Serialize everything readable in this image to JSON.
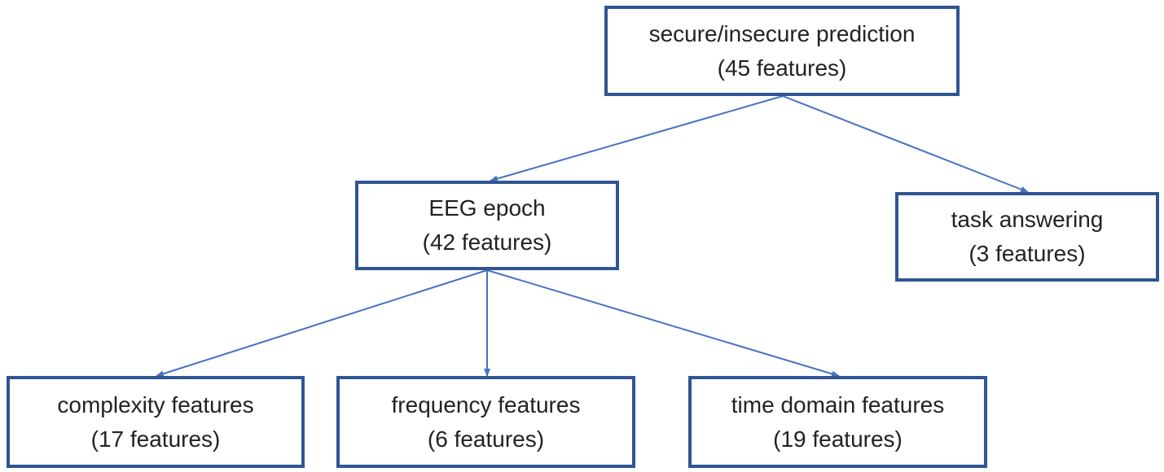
{
  "diagram": {
    "colors": {
      "box_border": "#2f5592",
      "connector": "#4472c4",
      "text": "#222222",
      "background": "#ffffff"
    },
    "nodes": {
      "root": {
        "title": "secure/insecure prediction",
        "count": "(45 features)"
      },
      "eeg": {
        "title": "EEG epoch",
        "count": "(42 features)"
      },
      "task": {
        "title": "task answering",
        "count": "(3 features)"
      },
      "complexity": {
        "title": "complexity features",
        "count": "(17 features)"
      },
      "frequency": {
        "title": "frequency features",
        "count": "(6 features)"
      },
      "time": {
        "title": "time domain features",
        "count": "(19 features)"
      }
    },
    "edges": [
      {
        "from": "root",
        "to": "eeg"
      },
      {
        "from": "root",
        "to": "task"
      },
      {
        "from": "eeg",
        "to": "complexity"
      },
      {
        "from": "eeg",
        "to": "frequency"
      },
      {
        "from": "eeg",
        "to": "time"
      }
    ]
  }
}
